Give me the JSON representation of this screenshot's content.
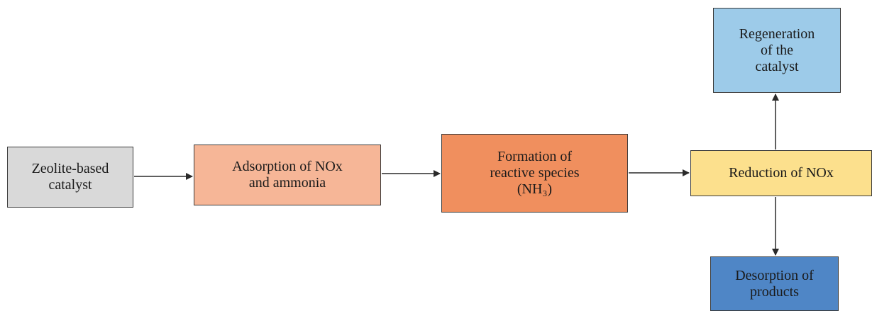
{
  "nodes": {
    "catalyst": {
      "label": "Zeolite-based\ncatalyst",
      "color": "#d9d9d9"
    },
    "adsorption": {
      "label": "Adsorption of NOx\nand ammonia",
      "color": "#f6b697"
    },
    "formation": {
      "label": "Formation of\nreactive species\n(NH₃)",
      "color": "#f08f5e"
    },
    "reduction": {
      "label": "Reduction of NOx",
      "color": "#fce08d"
    },
    "regeneration": {
      "label": "Regeneration\nof the\ncatalyst",
      "color": "#9dcbe9"
    },
    "desorption": {
      "label": "Desorption of\nproducts",
      "color": "#4f86c6"
    }
  },
  "edge_color": "#2a2a2a"
}
